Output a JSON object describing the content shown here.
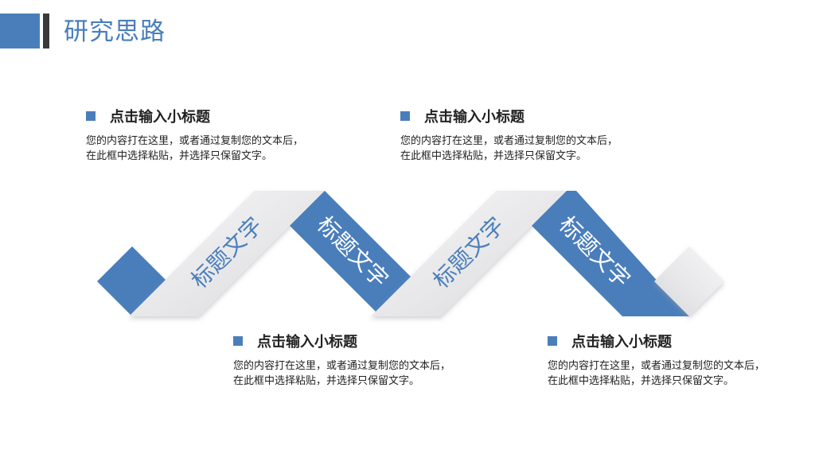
{
  "header": {
    "title": "研究思路"
  },
  "ribbon": {
    "labels": [
      "标题文字",
      "标题文字",
      "标题文字",
      "标题文字"
    ],
    "colors": {
      "blue": "#4a7ebb",
      "silver": "#e9e9eb",
      "shadow": "#cfd0d4"
    }
  },
  "notes": [
    {
      "title": "点击输入小标题",
      "body": "您的内容打在这里，或者通过复制您的文本后，在此框中选择粘贴，并选择只保留文字。"
    },
    {
      "title": "点击输入小标题",
      "body": "您的内容打在这里，或者通过复制您的文本后，在此框中选择粘贴，并选择只保留文字。"
    },
    {
      "title": "点击输入小标题",
      "body": "您的内容打在这里，或者通过复制您的文本后，在此框中选择粘贴，并选择只保留文字。"
    },
    {
      "title": "点击输入小标题",
      "body": "您的内容打在这里，或者通过复制您的文本后，在此框中选择粘贴，并选择只保留文字。"
    }
  ]
}
